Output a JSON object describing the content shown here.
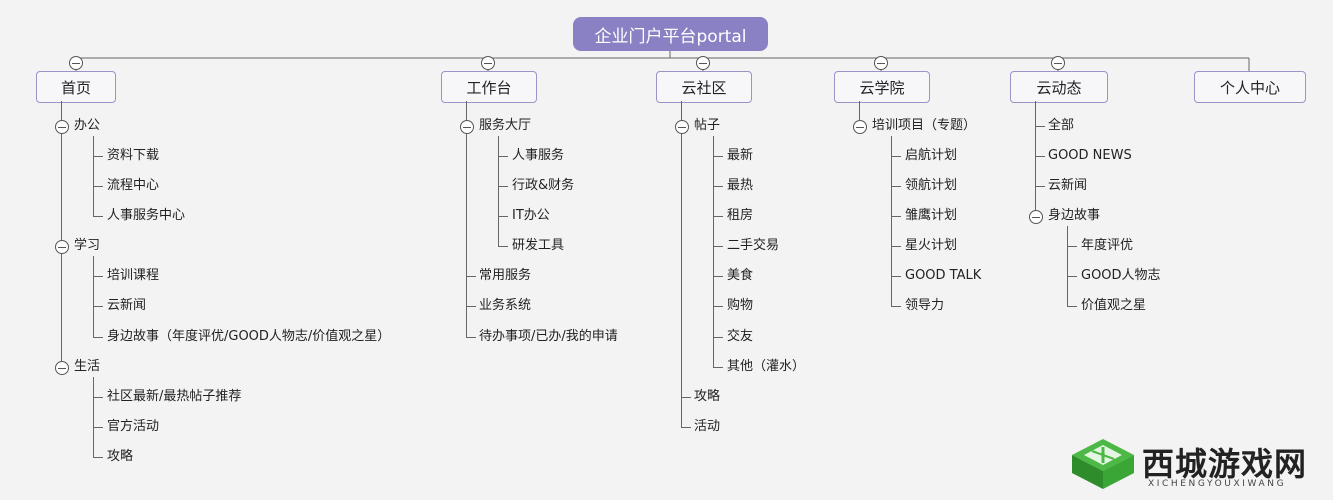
{
  "root": {
    "label": "企业门户平台portal"
  },
  "colors": {
    "root_fill": "#8a80c4",
    "node_border": "#9a94c8",
    "line": "#666666",
    "logo_green": "#3aa635"
  },
  "branches": [
    {
      "label": "首页",
      "children": [
        {
          "label": "办公",
          "children": [
            {
              "label": "资料下载"
            },
            {
              "label": "流程中心"
            },
            {
              "label": "人事服务中心"
            }
          ]
        },
        {
          "label": "学习",
          "children": [
            {
              "label": "培训课程"
            },
            {
              "label": "云新闻"
            },
            {
              "label": "身边故事（年度评优/GOOD人物志/价值观之星）"
            }
          ]
        },
        {
          "label": "生活",
          "children": [
            {
              "label": "社区最新/最热帖子推荐"
            },
            {
              "label": "官方活动"
            },
            {
              "label": "攻略"
            }
          ]
        }
      ]
    },
    {
      "label": "工作台",
      "children": [
        {
          "label": "服务大厅",
          "children": [
            {
              "label": "人事服务"
            },
            {
              "label": "行政&财务"
            },
            {
              "label": "IT办公"
            },
            {
              "label": "研发工具"
            }
          ]
        },
        {
          "label": "常用服务"
        },
        {
          "label": "业务系统"
        },
        {
          "label": "待办事项/已办/我的申请"
        }
      ]
    },
    {
      "label": "云社区",
      "children": [
        {
          "label": "帖子",
          "children": [
            {
              "label": "最新"
            },
            {
              "label": "最热"
            },
            {
              "label": "租房"
            },
            {
              "label": "二手交易"
            },
            {
              "label": "美食"
            },
            {
              "label": "购物"
            },
            {
              "label": "交友"
            },
            {
              "label": "其他（灌水）"
            }
          ]
        },
        {
          "label": "攻略"
        },
        {
          "label": "活动"
        }
      ]
    },
    {
      "label": "云学院",
      "children": [
        {
          "label": "培训项目（专题）",
          "children": [
            {
              "label": "启航计划"
            },
            {
              "label": "领航计划"
            },
            {
              "label": "雏鹰计划"
            },
            {
              "label": "星火计划"
            },
            {
              "label": "GOOD TALK"
            },
            {
              "label": "领导力"
            }
          ]
        }
      ]
    },
    {
      "label": "云动态",
      "children": [
        {
          "label": "全部"
        },
        {
          "label": "GOOD NEWS"
        },
        {
          "label": "云新闻"
        },
        {
          "label": "身边故事",
          "children": [
            {
              "label": "年度评优"
            },
            {
              "label": "GOOD人物志"
            },
            {
              "label": "价值观之星"
            }
          ]
        }
      ]
    },
    {
      "label": "个人中心"
    }
  ],
  "watermark": {
    "title": "西城游戏网",
    "subtitle": "XICHENGYOUXIWANG",
    "logo_icon": "green-cube-logo-icon"
  }
}
